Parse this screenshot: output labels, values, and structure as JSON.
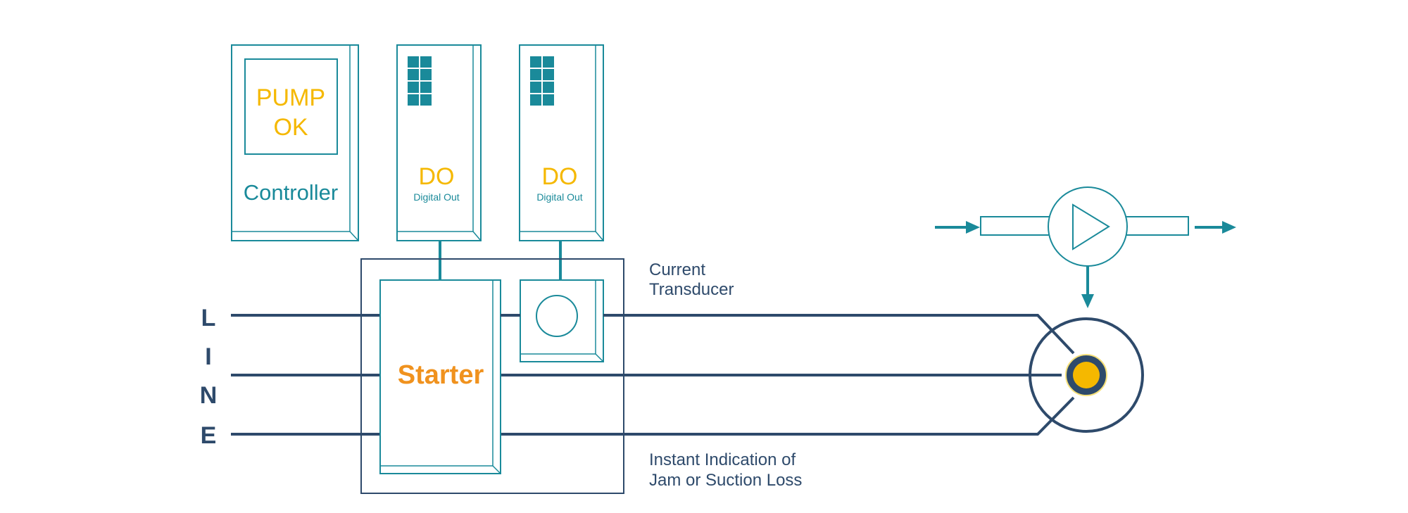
{
  "controller": {
    "display_line1": "PUMP",
    "display_line2": "OK",
    "label": "Controller"
  },
  "digital_outputs": [
    {
      "label": "DO",
      "sublabel": "Digital Out"
    },
    {
      "label": "DO",
      "sublabel": "Digital Out"
    }
  ],
  "starter": {
    "label": "Starter"
  },
  "line_letters": [
    "L",
    "I",
    "N",
    "E"
  ],
  "current_transducer": {
    "line1": "Current",
    "line2": "Transducer"
  },
  "indication": {
    "line1": "Instant Indication of",
    "line2": "Jam or Suction Loss"
  },
  "colors": {
    "teal": "#1a8a9a",
    "navy": "#2e4a6b",
    "yellow": "#f5b800",
    "orange": "#f0921e"
  },
  "icons": [
    "pump-triangle-icon",
    "motor-icon",
    "flow-arrow-icon"
  ]
}
